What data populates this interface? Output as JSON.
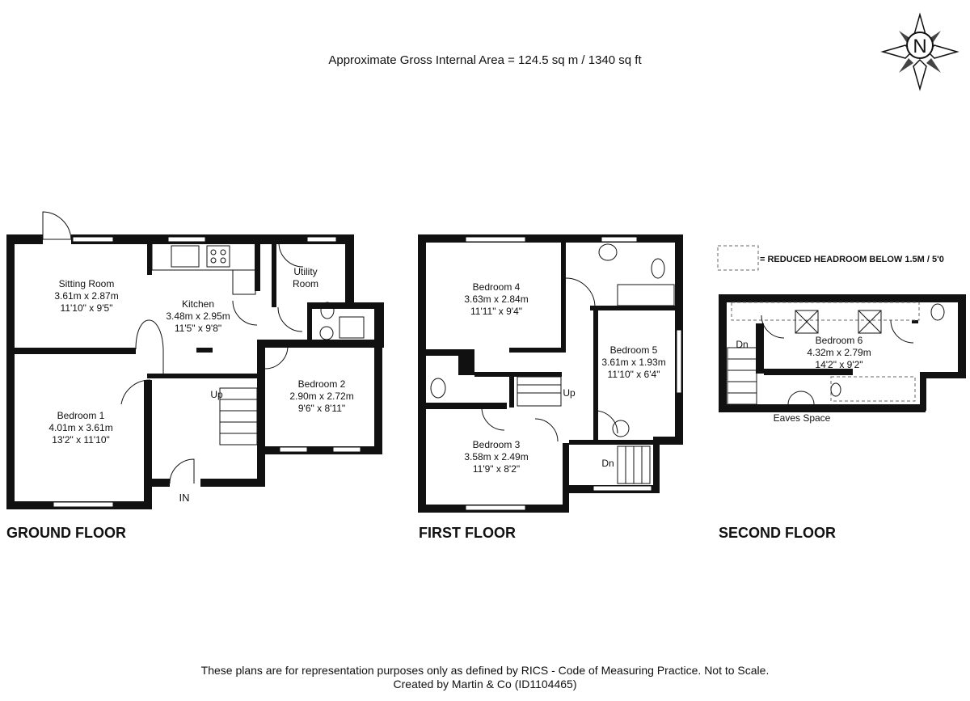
{
  "header": {
    "area_text": "Approximate Gross Internal Area = 124.5 sq m / 1340 sq ft"
  },
  "compass": {
    "letter": "N",
    "icon": "north-compass-icon"
  },
  "legend": {
    "text": "= REDUCED HEADROOM BELOW 1.5M / 5'0"
  },
  "ground_floor": {
    "title": "GROUND FLOOR",
    "entrance": "IN",
    "stairs_label": "Up",
    "rooms": {
      "sitting_room": {
        "name": "Sitting Room",
        "metric": "3.61m x 2.87m",
        "imperial": "11'10\" x 9'5\""
      },
      "kitchen": {
        "name": "Kitchen",
        "metric": "3.48m x 2.95m",
        "imperial": "11'5\" x 9'8\""
      },
      "utility": {
        "name_line1": "Utility",
        "name_line2": "Room"
      },
      "bedroom1": {
        "name": "Bedroom 1",
        "metric": "4.01m x 3.61m",
        "imperial": "13'2\" x 11'10\""
      },
      "bedroom2": {
        "name": "Bedroom 2",
        "metric": "2.90m x 2.72m",
        "imperial": "9'6\" x 8'11\""
      }
    }
  },
  "first_floor": {
    "title": "FIRST FLOOR",
    "stairs_up": "Up",
    "stairs_down": "Dn",
    "rooms": {
      "bedroom4": {
        "name": "Bedroom 4",
        "metric": "3.63m x 2.84m",
        "imperial": "11'11\" x 9'4\""
      },
      "bedroom5": {
        "name": "Bedroom 5",
        "metric": "3.61m x 1.93m",
        "imperial": "11'10\" x 6'4\""
      },
      "bedroom3": {
        "name": "Bedroom 3",
        "metric": "3.58m x 2.49m",
        "imperial": "11'9\" x 8'2\""
      }
    }
  },
  "second_floor": {
    "title": "SECOND FLOOR",
    "stairs_down": "Dn",
    "eaves": "Eaves Space",
    "rooms": {
      "bedroom6": {
        "name": "Bedroom 6",
        "metric": "4.32m x 2.79m",
        "imperial": "14'2\" x 9'2\""
      }
    }
  },
  "footer": {
    "line1": "These plans are for representation purposes only as defined by RICS - Code of Measuring Practice. Not to Scale.",
    "line2": "Created by Martin & Co (ID1104465)"
  }
}
